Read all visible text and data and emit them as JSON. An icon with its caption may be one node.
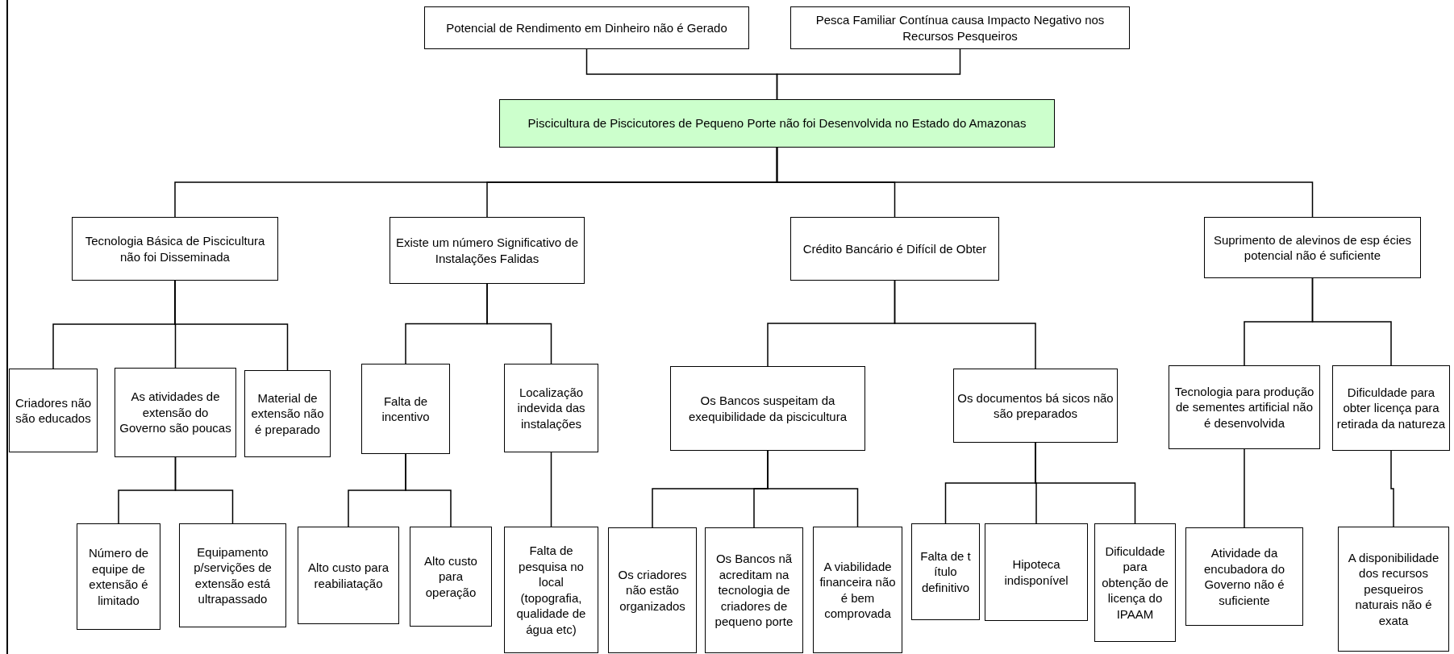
{
  "diagram": {
    "nodes": [
      {
        "text": [
          "Potencial de Rendimento em Dinheiro não é Gerado"
        ]
      },
      {
        "text": [
          "Pesca Familiar Contínua causa Impacto Negativo nos Recursos Pesqueiros"
        ]
      },
      {
        "text": [
          "Piscicultura de Piscicutores de Pequeno Porte não foi Desenvolvida no Estado do Amazonas"
        ]
      },
      {
        "text": [
          "Tecnologia Básica de Piscicultura não foi Disseminada"
        ]
      },
      {
        "text": [
          "Existe um número Significativo de Instalações Falidas"
        ]
      },
      {
        "text": [
          "Crédito Bancário é Difícil de Obter"
        ]
      },
      {
        "text": [
          "Suprimento de alevinos de esp écies potencial não é suficiente"
        ]
      },
      {
        "text": [
          "Criadores não são educados"
        ]
      },
      {
        "text": [
          "As atividades de extensão do Governo são poucas"
        ]
      },
      {
        "text": [
          "Material de extensão não é preparado"
        ]
      },
      {
        "text": [
          "Falta de incentivo"
        ]
      },
      {
        "text": [
          "Localização indevida das instalações"
        ]
      },
      {
        "text": [
          "Número de equipe de extensão é limitado"
        ]
      },
      {
        "text": [
          "Equipamento p/servições de extensão está ultrapassado"
        ]
      },
      {
        "text": [
          "Alto custo para reabiliatação"
        ]
      },
      {
        "text": [
          "Alto custo para operação"
        ]
      },
      {
        "text": [
          "Falta de pesquisa no local (topografia, qualidade de água etc)"
        ]
      },
      {
        "text": [
          "Os Bancos suspeitam da exequibilidade da piscicultura"
        ]
      },
      {
        "text": [
          "Os documentos bá sicos não são preparados"
        ]
      },
      {
        "text": [
          "Tecnologia para produção de sementes artificial não é desenvolvida"
        ]
      },
      {
        "text": [
          "Dificuldade para obter licença para retirada da natureza"
        ]
      },
      {
        "text": [
          "Os criadores não estão organizados"
        ]
      },
      {
        "text": [
          "Os Bancos nã acreditam na tecnologia de criadores de pequeno porte"
        ]
      },
      {
        "text": [
          "A viabilidade financeira não é bem comprovada"
        ]
      },
      {
        "text": [
          "Falta de t ítulo definitivo"
        ]
      },
      {
        "text": [
          "Hipoteca indisponível"
        ]
      },
      {
        "text": [
          "Dificuldade para obtenção de licença do IPAAM"
        ]
      },
      {
        "text": [
          "Atividade da encubadora do Governo não é suficiente"
        ]
      },
      {
        "text": [
          "A disponibilidade dos recursos pesqueiros naturais não é exata"
        ]
      }
    ],
    "edges": [
      {
        "from": 2,
        "to": 0,
        "arrow": "none"
      },
      {
        "from": 2,
        "to": 1,
        "arrow": "none"
      },
      {
        "from": 2,
        "to": 3,
        "arrow": "none"
      },
      {
        "from": 2,
        "to": 4,
        "arrow": "none"
      },
      {
        "from": 2,
        "to": 5,
        "arrow": "none"
      },
      {
        "from": 2,
        "to": 6,
        "arrow": "none"
      },
      {
        "from": 3,
        "to": 7,
        "arrow": "none"
      },
      {
        "from": 3,
        "to": 8,
        "arrow": "none"
      },
      {
        "from": 3,
        "to": 9,
        "arrow": "none"
      },
      {
        "from": 8,
        "to": 12,
        "arrow": "none"
      },
      {
        "from": 8,
        "to": 13,
        "arrow": "none"
      },
      {
        "from": 4,
        "to": 10,
        "arrow": "none"
      },
      {
        "from": 4,
        "to": 11,
        "arrow": "none"
      },
      {
        "from": 10,
        "to": 14,
        "arrow": "none"
      },
      {
        "from": 10,
        "to": 15,
        "arrow": "none"
      },
      {
        "from": 11,
        "to": 16,
        "arrow": "none"
      },
      {
        "from": 5,
        "to": 17,
        "arrow": "none"
      },
      {
        "from": 5,
        "to": 18,
        "arrow": "none"
      },
      {
        "from": 17,
        "to": 21,
        "arrow": "none"
      },
      {
        "from": 17,
        "to": 22,
        "arrow": "none"
      },
      {
        "from": 17,
        "to": 23,
        "arrow": "none"
      },
      {
        "from": 18,
        "to": 24,
        "arrow": "none"
      },
      {
        "from": 18,
        "to": 25,
        "arrow": "none"
      },
      {
        "from": 18,
        "to": 26,
        "arrow": "none"
      },
      {
        "from": 6,
        "to": 19,
        "arrow": "none"
      },
      {
        "from": 6,
        "to": 20,
        "arrow": "none"
      },
      {
        "from": 19,
        "to": 27,
        "arrow": "none"
      },
      {
        "from": 20,
        "to": 28,
        "arrow": "none"
      }
    ]
  }
}
